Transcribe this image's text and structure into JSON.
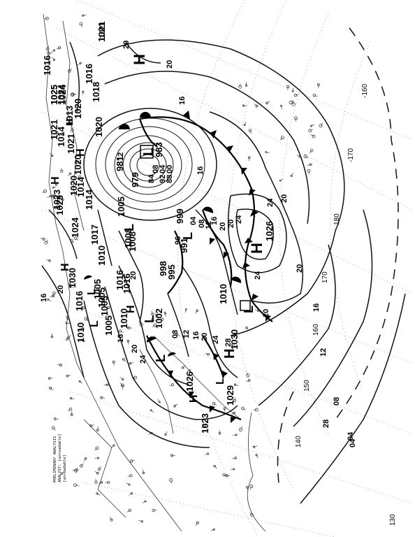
{
  "header_lines": [
    "PRELIMINARY ANALYSIS",
    "ANALYST: [unreadable]",
    "[unreadable]"
  ],
  "pressure_centers": [
    {
      "type": "H",
      "value": ""
    },
    {
      "type": "L",
      "value": "983"
    },
    {
      "type": "L",
      "value": "979"
    },
    {
      "type": "L",
      "value": "981"
    },
    {
      "type": "L",
      "value": "1005"
    },
    {
      "type": "L",
      "value": "999"
    },
    {
      "type": "L",
      "value": "991"
    },
    {
      "type": "L",
      "value": "998"
    },
    {
      "type": "L",
      "value": "995"
    },
    {
      "type": "L",
      "value": "1008"
    },
    {
      "type": "L",
      "value": "1010"
    },
    {
      "type": "L",
      "value": "1002"
    },
    {
      "type": "L",
      "value": "1010"
    },
    {
      "type": "H",
      "value": "1026"
    },
    {
      "type": "H",
      "value": "1030"
    },
    {
      "type": "H",
      "value": "1029"
    },
    {
      "type": "H",
      "value": "1026"
    },
    {
      "type": "H",
      "value": "1023"
    },
    {
      "type": "H",
      "value": "1016"
    },
    {
      "type": "L",
      "value": "1005"
    },
    {
      "type": "L",
      "value": "1005"
    },
    {
      "type": "H",
      "value": "1030"
    },
    {
      "type": "H",
      "value": "1024"
    },
    {
      "type": "H",
      "value": "1023"
    },
    {
      "type": "H",
      "value": "1020"
    },
    {
      "type": "H",
      "value": "1014"
    },
    {
      "type": "H",
      "value": "1020"
    },
    {
      "type": "H",
      "value": "1025"
    },
    {
      "type": "H",
      "value": "1024"
    },
    {
      "type": "H",
      "value": "1021"
    }
  ],
  "side_labels": [
    "1016",
    "1025",
    "1024",
    "1021",
    "1014",
    "1013",
    "1020",
    "1021",
    "1018",
    "1016",
    "1020",
    "1023",
    "1014",
    "1017",
    "1010",
    "1016",
    "1008",
    "1005",
    "1005",
    "1010",
    "1016"
  ],
  "isobar_labels": [
    "16",
    "20",
    "24",
    "24",
    "24",
    "20",
    "16",
    "12",
    "08",
    "04",
    "20",
    "20",
    "16",
    "12",
    "08",
    "04",
    "28",
    "24",
    "20",
    "16",
    "12",
    "08",
    "16",
    "20",
    "24",
    "20",
    "16",
    "20",
    "08",
    "04",
    "00",
    "96",
    "92",
    "88",
    "84",
    "16",
    "12",
    "20"
  ],
  "grid_labels": [
    "-160",
    "-170",
    "180",
    "170",
    "160",
    "150",
    "140",
    "130"
  ],
  "station_texts": [
    "1021",
    "20",
    "20",
    "28",
    "04"
  ],
  "colors": {
    "ink": "#000000",
    "background": "#ffffff",
    "grid": "#777777"
  }
}
